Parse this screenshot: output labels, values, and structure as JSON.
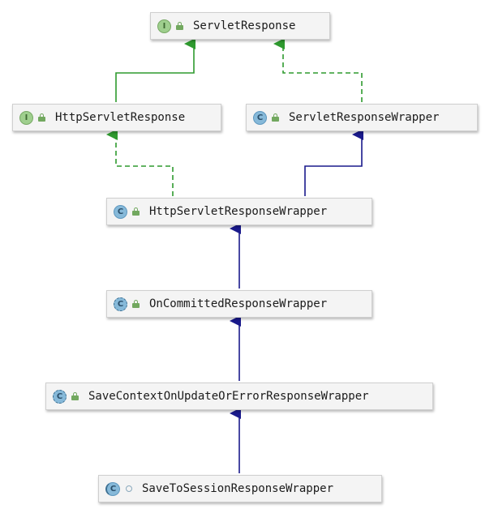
{
  "nodes": [
    {
      "id": "servlet-response",
      "kind": "interface",
      "badge": "I",
      "visibility": "public",
      "label": "ServletResponse"
    },
    {
      "id": "http-servlet-response",
      "kind": "interface",
      "badge": "I",
      "visibility": "public",
      "label": "HttpServletResponse"
    },
    {
      "id": "servlet-response-wrapper",
      "kind": "class",
      "badge": "C",
      "visibility": "public",
      "label": "ServletResponseWrapper"
    },
    {
      "id": "http-servlet-response-wrapper",
      "kind": "class",
      "badge": "C",
      "visibility": "public",
      "label": "HttpServletResponseWrapper"
    },
    {
      "id": "on-committed-response-wrapper",
      "kind": "abstract-class",
      "badge": "C",
      "visibility": "public",
      "label": "OnCommittedResponseWrapper"
    },
    {
      "id": "save-context-on-update-or-error-response-wrapper",
      "kind": "abstract-class",
      "badge": "C",
      "visibility": "public",
      "label": "SaveContextOnUpdateOrErrorResponseWrapper"
    },
    {
      "id": "save-to-session-response-wrapper",
      "kind": "class",
      "badge": "C",
      "visibility": "package-private",
      "label": "SaveToSessionResponseWrapper"
    }
  ],
  "edges": [
    {
      "from": "http-servlet-response",
      "to": "servlet-response",
      "relation": "extends",
      "style": "solid",
      "color": "#2e9a2e"
    },
    {
      "from": "servlet-response-wrapper",
      "to": "servlet-response",
      "relation": "implements",
      "style": "dashed",
      "color": "#2e9a2e"
    },
    {
      "from": "http-servlet-response-wrapper",
      "to": "http-servlet-response",
      "relation": "implements",
      "style": "dashed",
      "color": "#2e9a2e"
    },
    {
      "from": "http-servlet-response-wrapper",
      "to": "servlet-response-wrapper",
      "relation": "extends",
      "style": "solid",
      "color": "#1a1a8c"
    },
    {
      "from": "on-committed-response-wrapper",
      "to": "http-servlet-response-wrapper",
      "relation": "extends",
      "style": "solid",
      "color": "#1a1a8c"
    },
    {
      "from": "save-context-on-update-or-error-response-wrapper",
      "to": "on-committed-response-wrapper",
      "relation": "extends",
      "style": "solid",
      "color": "#1a1a8c"
    },
    {
      "from": "save-to-session-response-wrapper",
      "to": "save-context-on-update-or-error-response-wrapper",
      "relation": "extends",
      "style": "solid",
      "color": "#1a1a8c"
    }
  ]
}
